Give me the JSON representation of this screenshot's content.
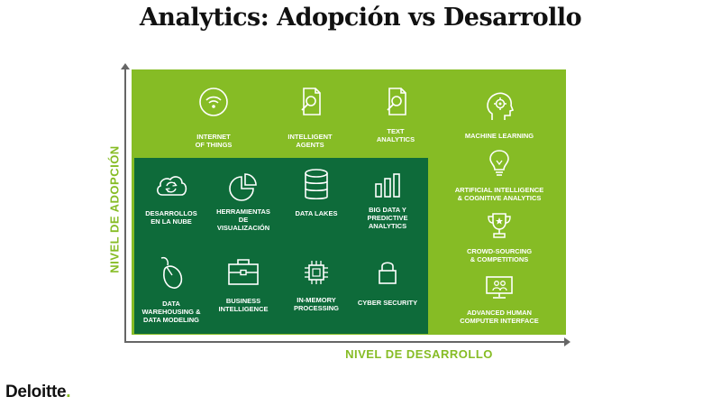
{
  "title": "Analytics: Adopción vs Desarrollo",
  "axes": {
    "y_label": "NIVEL DE ADOPCIÓN",
    "x_label": "NIVEL DE DESARROLLO"
  },
  "colors": {
    "light_green": "#86bc25",
    "dark_green": "#0e6b3a"
  },
  "outer_items": [
    {
      "label": "INTERNET\nOF THINGS",
      "icon": "wifi-icon"
    },
    {
      "label": "INTELLIGENT\nAGENTS",
      "icon": "document-search-icon"
    },
    {
      "label": "TEXT\nANALYTICS",
      "icon": "document-search-icon"
    },
    {
      "label": "MACHINE LEARNING",
      "icon": "head-gear-icon"
    },
    {
      "label": "ARTIFICIAL INTELLIGENCE\n& COGNITIVE ANALYTICS",
      "icon": "lightbulb-icon"
    },
    {
      "label": "CROWD-SOURCING\n& COMPETITIONS",
      "icon": "trophy-icon"
    },
    {
      "label": "ADVANCED HUMAN\nCOMPUTER INTERFACE",
      "icon": "monitor-users-icon"
    }
  ],
  "inner_items": [
    {
      "label": "DESARROLLOS\nEN LA NUBE",
      "icon": "cloud-sync-icon"
    },
    {
      "label": "HERRAMIENTAS\nDE\nVISUALIZACIÓN",
      "icon": "pie-chart-icon"
    },
    {
      "label": "DATA LAKES",
      "icon": "database-icon"
    },
    {
      "label": "BIG DATA Y\nPREDICTIVE\nANALYTICS",
      "icon": "bar-chart-icon"
    },
    {
      "label": "DATA\nWAREHOUSING &\nDATA MODELING",
      "icon": "mouse-icon"
    },
    {
      "label": "BUSINESS\nINTELLIGENCE",
      "icon": "briefcase-icon"
    },
    {
      "label": "IN-MEMORY\nPROCESSING",
      "icon": "chip-icon"
    },
    {
      "label": "CYBER SECURITY",
      "icon": "lock-icon"
    }
  ],
  "logo": {
    "text": "Deloitte",
    "dot": "."
  }
}
